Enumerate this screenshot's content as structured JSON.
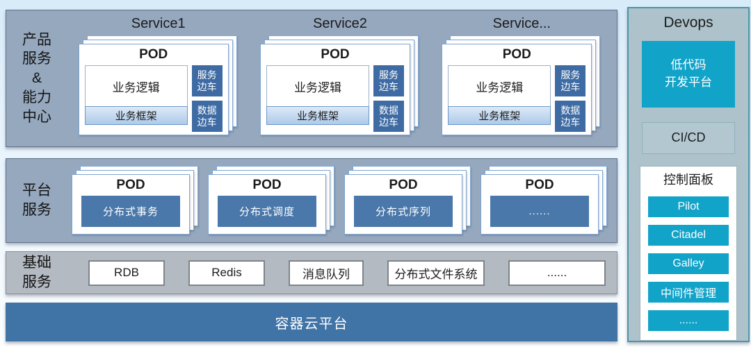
{
  "colors": {
    "section_blue_bg": "#96a8be",
    "section_blue_border": "#5f7187",
    "infra_gray_bg": "#b4bac2",
    "devops_bg": "#adc2cb",
    "devops_border": "#4b96ab",
    "accent_cyan": "#12a3c9",
    "sidecar_blue": "#3e6ba3",
    "pod_service_blue": "#4a78aa",
    "cloud_bar_blue": "#4073a6",
    "card_border_blue": "#7ea6d2",
    "framework_gradient_top": "#dce9f7",
    "framework_gradient_bottom": "#aecbe9"
  },
  "product_section": {
    "label": "产品\n服务\n&\n能力\n中心",
    "services": [
      {
        "title": "Service1",
        "pod_label": "POD",
        "logic": "业务逻辑",
        "framework": "业务框架",
        "sidecars": [
          "服务\n边车",
          "数据\n边车"
        ]
      },
      {
        "title": "Service2",
        "pod_label": "POD",
        "logic": "业务逻辑",
        "framework": "业务框架",
        "sidecars": [
          "服务\n边车",
          "数据\n边车"
        ]
      },
      {
        "title": "Service...",
        "pod_label": "POD",
        "logic": "业务逻辑",
        "framework": "业务框架",
        "sidecars": [
          "服务\n边车",
          "数据\n边车"
        ]
      }
    ]
  },
  "platform_section": {
    "label": "平台\n服务",
    "pods": [
      {
        "pod_label": "POD",
        "name": "分布式事务"
      },
      {
        "pod_label": "POD",
        "name": "分布式调度"
      },
      {
        "pod_label": "POD",
        "name": "分布式序列"
      },
      {
        "pod_label": "POD",
        "name": "......"
      }
    ]
  },
  "infra_section": {
    "label": "基础\n服务",
    "items": [
      "RDB",
      "Redis",
      "消息队列",
      "分布式文件系统",
      "......"
    ]
  },
  "cloud_bar": {
    "label": "容器云平台"
  },
  "devops": {
    "title": "Devops",
    "lowcode_label": "低代码\n开发平台",
    "cicd_label": "CI/CD",
    "control_panel": {
      "title": "控制面板",
      "items": [
        "Pilot",
        "Citadel",
        "Galley",
        "中间件管理",
        "......"
      ]
    }
  }
}
